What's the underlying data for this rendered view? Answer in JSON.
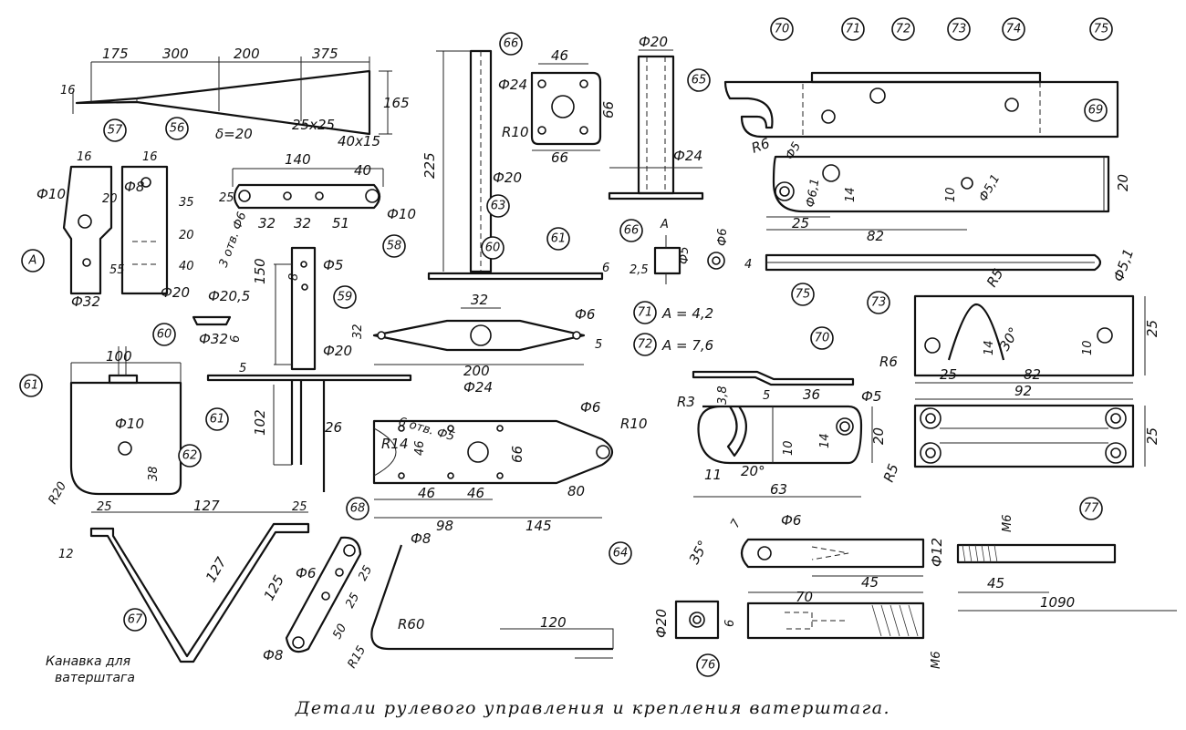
{
  "caption": "Детали рулевого управления и крепления ватерштага.",
  "note": {
    "line1": "Канавка для",
    "line2": "ватерштага",
    "holes6": "3 отв. Ф6",
    "holes5": "6 отв. Ф5"
  },
  "variants": {
    "v71": "A = 4,2",
    "v72": "A = 7,6"
  },
  "part_numbers": [
    "56",
    "57",
    "58",
    "59",
    "60",
    "61",
    "62",
    "63",
    "64",
    "65",
    "66",
    "67",
    "68",
    "69",
    "70",
    "71",
    "72",
    "73",
    "74",
    "75",
    "76",
    "77",
    "A"
  ],
  "dims": {
    "d175": "175",
    "d300": "300",
    "d200": "200",
    "d375": "375",
    "d16": "16",
    "d165": "165",
    "delta20": "δ=20",
    "s25x25": "25x25",
    "s40x15": "40x15",
    "f10a": "Ф10",
    "f8a": "Ф8",
    "d20a": "20",
    "d35": "35",
    "d20b": "20",
    "d40": "40",
    "d55": "55",
    "f32a": "Ф32",
    "f20a": "Ф20",
    "d140": "140",
    "d40b": "40",
    "d25a": "25",
    "d32a": "32",
    "d32b": "32",
    "d51": "51",
    "f10b": "Ф10",
    "d225": "225",
    "f20b": "Ф20",
    "f24a": "Ф24",
    "d46a": "46",
    "d66a": "66",
    "d66b": "66",
    "r10a": "R10",
    "f20c": "Ф20",
    "f24b": "Ф24",
    "d150": "150",
    "d8": "8",
    "f5a": "Ф5",
    "f20_5": "Ф20,5",
    "f32b": "Ф32",
    "d6a": "6",
    "f20d": "Ф20",
    "d5a": "5",
    "d102": "102",
    "d26": "26",
    "d32c": "32",
    "d32d": "32",
    "f6a": "Ф6",
    "d5b": "5",
    "d200b": "200",
    "d6b": "6",
    "A": "A",
    "f5b": "Ф5",
    "f6b": "Ф6",
    "d2_5": "2,5",
    "d100": "100",
    "f10c": "Ф10",
    "d38": "38",
    "r20": "R20",
    "f24c": "Ф24",
    "r14": "R14",
    "d46b": "46",
    "d66c": "66",
    "d46c": "46",
    "d46d": "46",
    "d98": "98",
    "d145": "145",
    "d80": "80",
    "f6c": "Ф6",
    "r10b": "R10",
    "r6a": "R6",
    "f5c": "Ф5",
    "f6_1": "Ф6,1",
    "d14a": "14",
    "d10a": "10",
    "f5_1a": "Ф5,1",
    "d20c": "20",
    "d25b": "25",
    "d82a": "82",
    "d4": "4",
    "r5a": "R5",
    "f5_1b": "Ф5,1",
    "d25c": "25",
    "r6b": "R6",
    "d14b": "14",
    "a30": "30°",
    "d10b": "10",
    "d25d": "25",
    "d82b": "82",
    "d92": "92",
    "d25e": "25",
    "r5b": "R5",
    "d3_8": "3,8",
    "d5c": "5",
    "d36": "36",
    "f5d": "Ф5",
    "r3": "R3",
    "d10c": "10",
    "d14c": "14",
    "d20d": "20",
    "d11": "11",
    "a20": "20°",
    "d63": "63",
    "d25f": "25",
    "d127a": "127",
    "d25g": "25",
    "d12": "12",
    "d127b": "127",
    "d125": "125",
    "f6d": "Ф6",
    "d25h": "25",
    "d25i": "25",
    "d50": "50",
    "f8b": "Ф8",
    "f8c": "Ф8",
    "r60": "R60",
    "r15": "R15",
    "d120": "120",
    "a35": "35°",
    "d7": "7",
    "f6e": "Ф6",
    "f12": "Ф12",
    "d45a": "45",
    "d70": "70",
    "f20e": "Ф20",
    "d6c": "6",
    "m6a": "М6",
    "m6b": "М6",
    "d45b": "45",
    "d1090": "1090"
  }
}
